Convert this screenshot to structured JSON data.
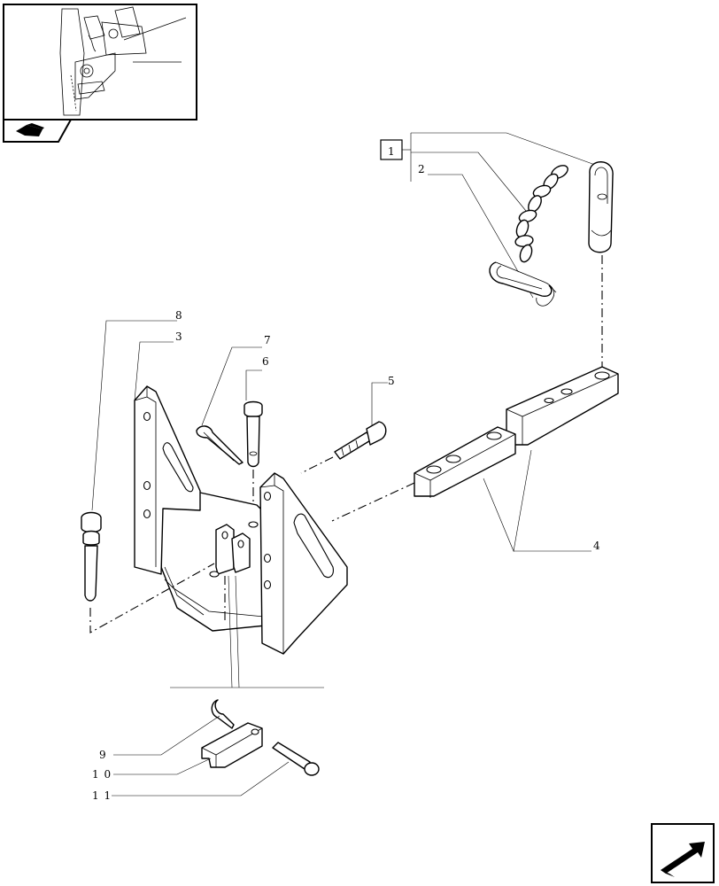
{
  "diagram": {
    "labels": {
      "item1": "1",
      "item2": "2",
      "item3": "3",
      "item4": "4",
      "item5": "5",
      "item6": "6",
      "item7": "7",
      "item8": "8",
      "item9": "9",
      "item10": "1 0",
      "item11": "1 1"
    }
  },
  "nav": {
    "thumbnail_icon": "thumbnail-overview",
    "book_icon": "book-icon",
    "next_icon": "next-page-arrow-icon"
  }
}
